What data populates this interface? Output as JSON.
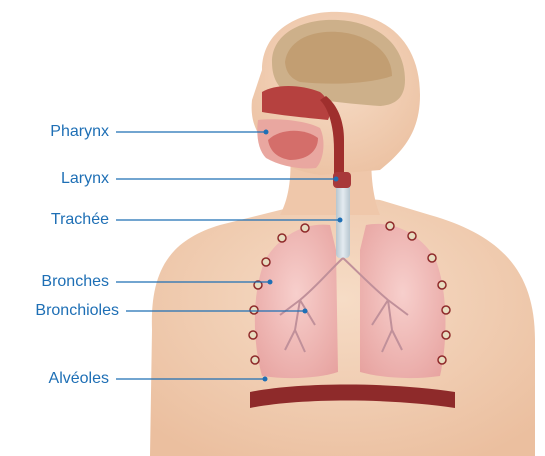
{
  "colors": {
    "label_text": "#1e6fb5",
    "leader_line": "#1e6fb5",
    "skin": "#f2cfb3",
    "skin_shadow": "#e6b596",
    "lung": "#f0b9b7",
    "airway": "#c7d4dc",
    "diaphragm": "#8e2a2a",
    "brain": "#c9a77a",
    "mouth": "#b6413f"
  },
  "icons": {
    "figure": "human-torso-respiratory-illustration"
  },
  "labels": {
    "pharynx": "Pharynx",
    "larynx": "Larynx",
    "trachee": "Trachée",
    "bronches": "Bronches",
    "bronchioles": "Bronchioles",
    "alveoles": "Alvéoles"
  }
}
